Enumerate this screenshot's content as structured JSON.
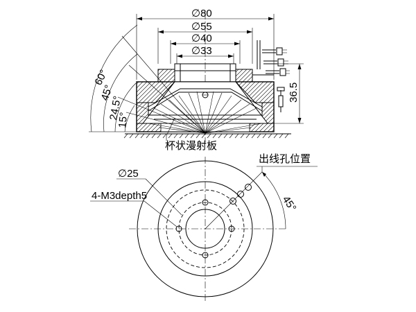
{
  "dimensions": {
    "d80": "∅80",
    "d55": "∅55",
    "d40": "∅40",
    "d33": "∅33",
    "h36_5": "36.5",
    "d25": "∅25",
    "hole_spec": "4-M3depth5"
  },
  "angles": {
    "a60": "60°",
    "a45": "45°",
    "a24_5": "24.5°",
    "a15": "15°",
    "a45_plan": "45°"
  },
  "labels": {
    "diffuser": "杯状漫射板",
    "outlet": "出线孔位置"
  }
}
